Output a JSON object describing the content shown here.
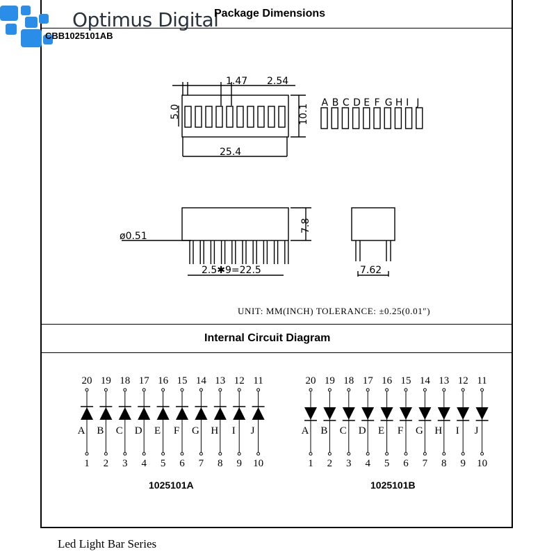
{
  "brand": {
    "name": "Optimus Digital"
  },
  "header": {
    "title": "Package Dimensions"
  },
  "part_number": "CBB1025101AB",
  "dimensions": {
    "pin_width": "1.47",
    "pin_pitch": "2.54",
    "height": "5.0",
    "full_height": "10.1",
    "length": "25.4",
    "pin_diameter": "ø0.51",
    "body_depth": "7.8",
    "pin_span": "2.5✱9=22.5",
    "row_spacing": "7.62",
    "segment_letters": [
      "A",
      "B",
      "C",
      "D",
      "E",
      "F",
      "G",
      "H",
      "I",
      "J"
    ]
  },
  "unit_note": "UNIT: MM(INCH)  TOLERANCE: ±0.25(0.01″)",
  "circuit": {
    "title": "Internal Circuit Diagram",
    "top_pins": [
      "20",
      "19",
      "18",
      "17",
      "16",
      "15",
      "14",
      "13",
      "12",
      "11"
    ],
    "bottom_pins": [
      "1",
      "2",
      "3",
      "4",
      "5",
      "6",
      "7",
      "8",
      "9",
      "10"
    ],
    "segments": [
      "A",
      "B",
      "C",
      "D",
      "E",
      "F",
      "G",
      "H",
      "I",
      "J"
    ],
    "variant_a": "1025101A",
    "variant_b": "1025101B"
  },
  "footer": {
    "text": "Led Light Bar Series"
  }
}
